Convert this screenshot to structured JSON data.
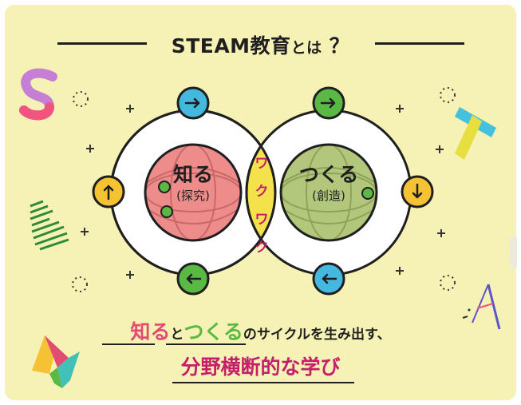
{
  "title": {
    "main": "STEAM教育",
    "small": "とは",
    "mark": "？"
  },
  "left_circle": {
    "label": "知る",
    "sub": "(探究)"
  },
  "right_circle": {
    "label": "つくる",
    "sub": "(創造)"
  },
  "overlap": {
    "chars": [
      "ワ",
      "ク",
      "ワ",
      "ク"
    ]
  },
  "tagline": {
    "part1": "知る",
    "part2": "と",
    "part3": "つくる",
    "part4": "のサイクルを生み出す、"
  },
  "conclusion": "分野横断的な学び",
  "decor_letters": {
    "s": "S",
    "t": "T",
    "e": "E",
    "a": "A",
    "m": "M"
  },
  "colors": {
    "background": "#f6f1b4",
    "pink_ball": "#ee8b8b",
    "green_ball": "#b2c77c",
    "lens": "#f3e24b",
    "arrow_blue": "#44b8df",
    "arrow_green": "#5ab845",
    "arrow_yellow": "#f5c234",
    "accent": "#c31f6b"
  },
  "icons": {
    "top_left": "arrow-right-icon",
    "top_right": "arrow-right-icon",
    "right": "arrow-down-icon",
    "bottom_right": "arrow-left-icon",
    "bottom_left": "arrow-left-icon",
    "left": "arrow-up-icon"
  }
}
